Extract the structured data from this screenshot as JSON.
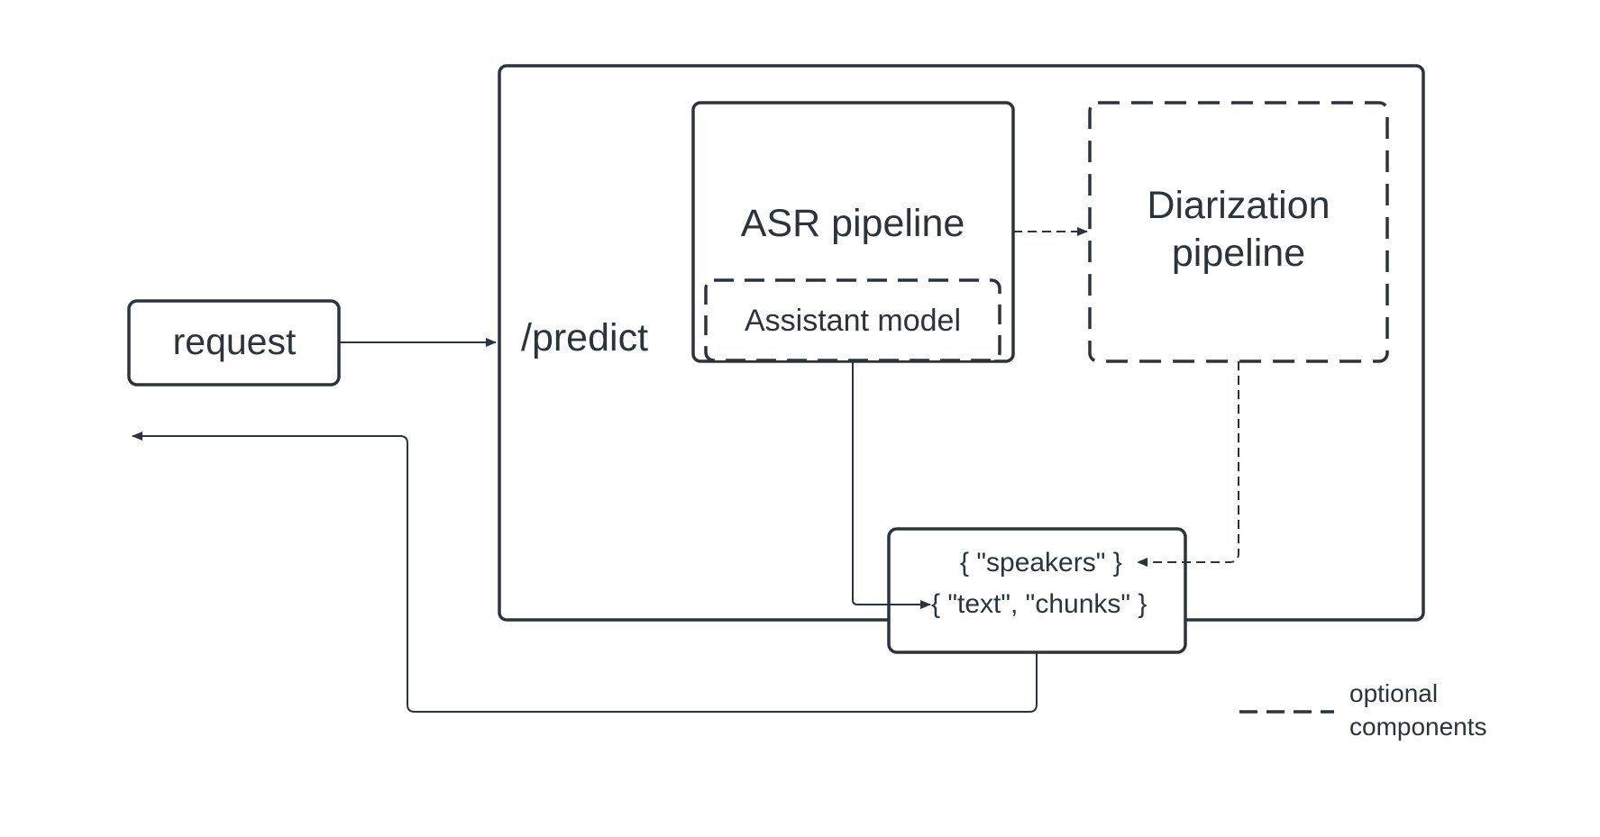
{
  "diagram": {
    "nodes": {
      "request": "request",
      "predict": "/predict",
      "asr": "ASR pipeline",
      "assistant": "Assistant model",
      "diarization_line1": "Diarization",
      "diarization_line2": "pipeline",
      "speakers": "{ \"speakers\" }",
      "text_chunks": "{ \"text\", \"chunks\" }"
    },
    "legend": {
      "line1": "optional",
      "line2": "components"
    },
    "colors": {
      "stroke": "#2d333b",
      "text": "#2d333b",
      "background": "#ffffff"
    }
  }
}
